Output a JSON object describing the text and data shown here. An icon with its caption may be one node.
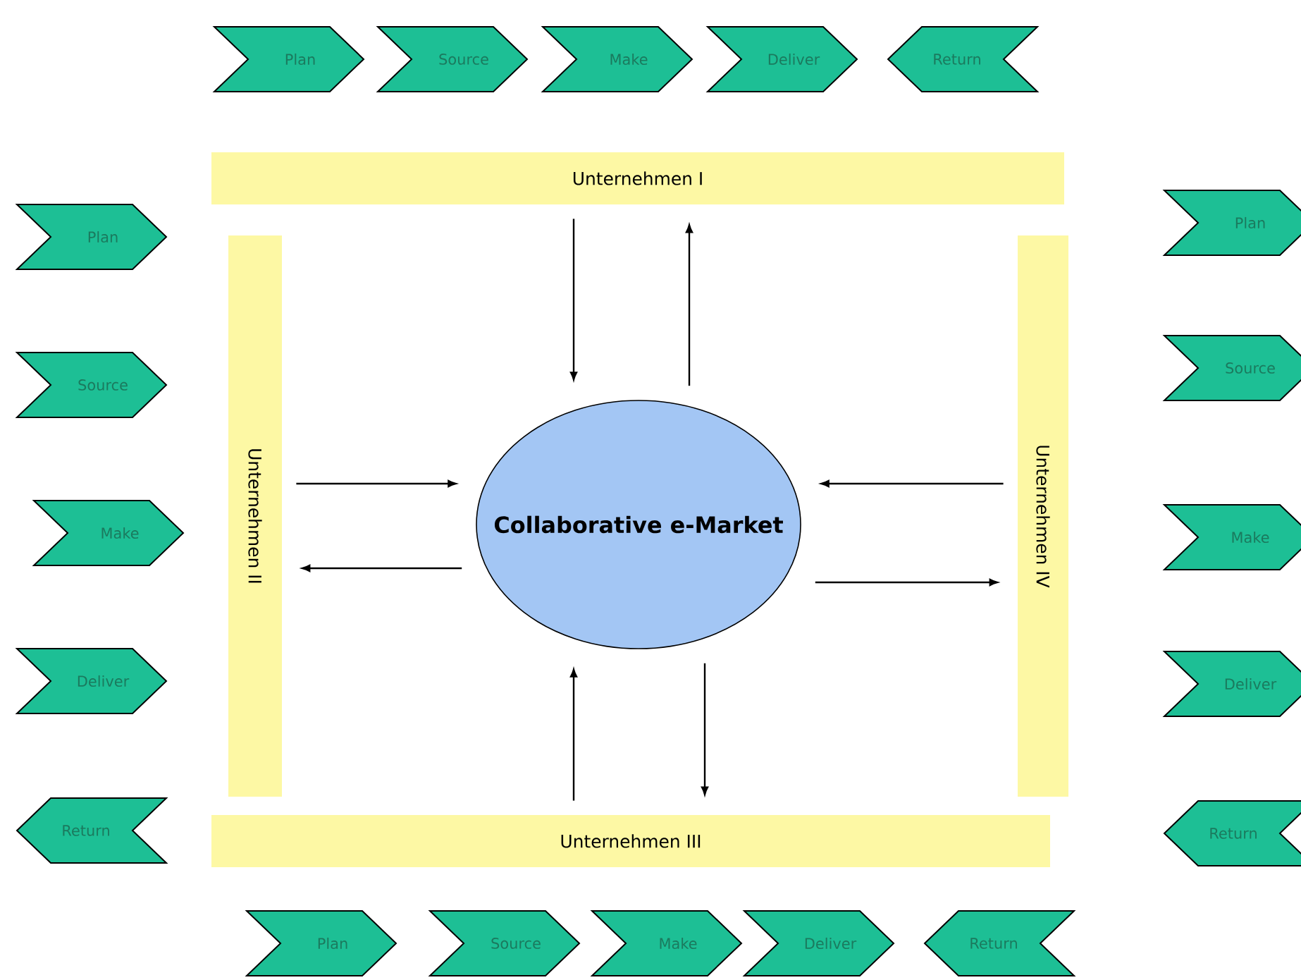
{
  "diagram": {
    "nodes": [
      {
        "text": [
          "Plan"
        ]
      },
      {
        "text": [
          "Source"
        ]
      },
      {
        "text": [
          "Make"
        ]
      },
      {
        "text": [
          "Deliver"
        ]
      },
      {
        "text": [
          "Return"
        ]
      },
      {
        "text": [
          "Unternehmen I"
        ]
      },
      {
        "text": [
          "Plan"
        ]
      },
      {
        "text": [
          "Source"
        ]
      },
      {
        "text": [
          "Make"
        ]
      },
      {
        "text": [
          "Deliver"
        ]
      },
      {
        "text": [
          "Return"
        ]
      },
      {
        "text": [
          "Unternehmen II"
        ]
      },
      {
        "text": [
          "Collaborative e-Market"
        ]
      },
      {
        "text": [
          "Unternehmen IV"
        ]
      },
      {
        "text": [
          "Plan"
        ]
      },
      {
        "text": [
          "Source"
        ]
      },
      {
        "text": [
          "Make"
        ]
      },
      {
        "text": [
          "Deliver"
        ]
      },
      {
        "text": [
          "Return"
        ]
      },
      {
        "text": [
          "Unternehmen III"
        ]
      },
      {
        "text": [
          "Plan"
        ]
      },
      {
        "text": [
          "Source"
        ]
      },
      {
        "text": [
          "Make"
        ]
      },
      {
        "text": [
          "Deliver"
        ]
      },
      {
        "text": [
          "Return"
        ]
      }
    ],
    "edges": [
      {
        "from": 5,
        "to": 12,
        "arrow": "to"
      },
      {
        "from": 12,
        "to": 5,
        "arrow": "to"
      },
      {
        "from": 11,
        "to": 12,
        "arrow": "to"
      },
      {
        "from": 12,
        "to": 11,
        "arrow": "to"
      },
      {
        "from": 13,
        "to": 12,
        "arrow": "to"
      },
      {
        "from": 12,
        "to": 13,
        "arrow": "to"
      },
      {
        "from": 19,
        "to": 12,
        "arrow": "to"
      },
      {
        "from": 12,
        "to": 19,
        "arrow": "to"
      }
    ]
  }
}
